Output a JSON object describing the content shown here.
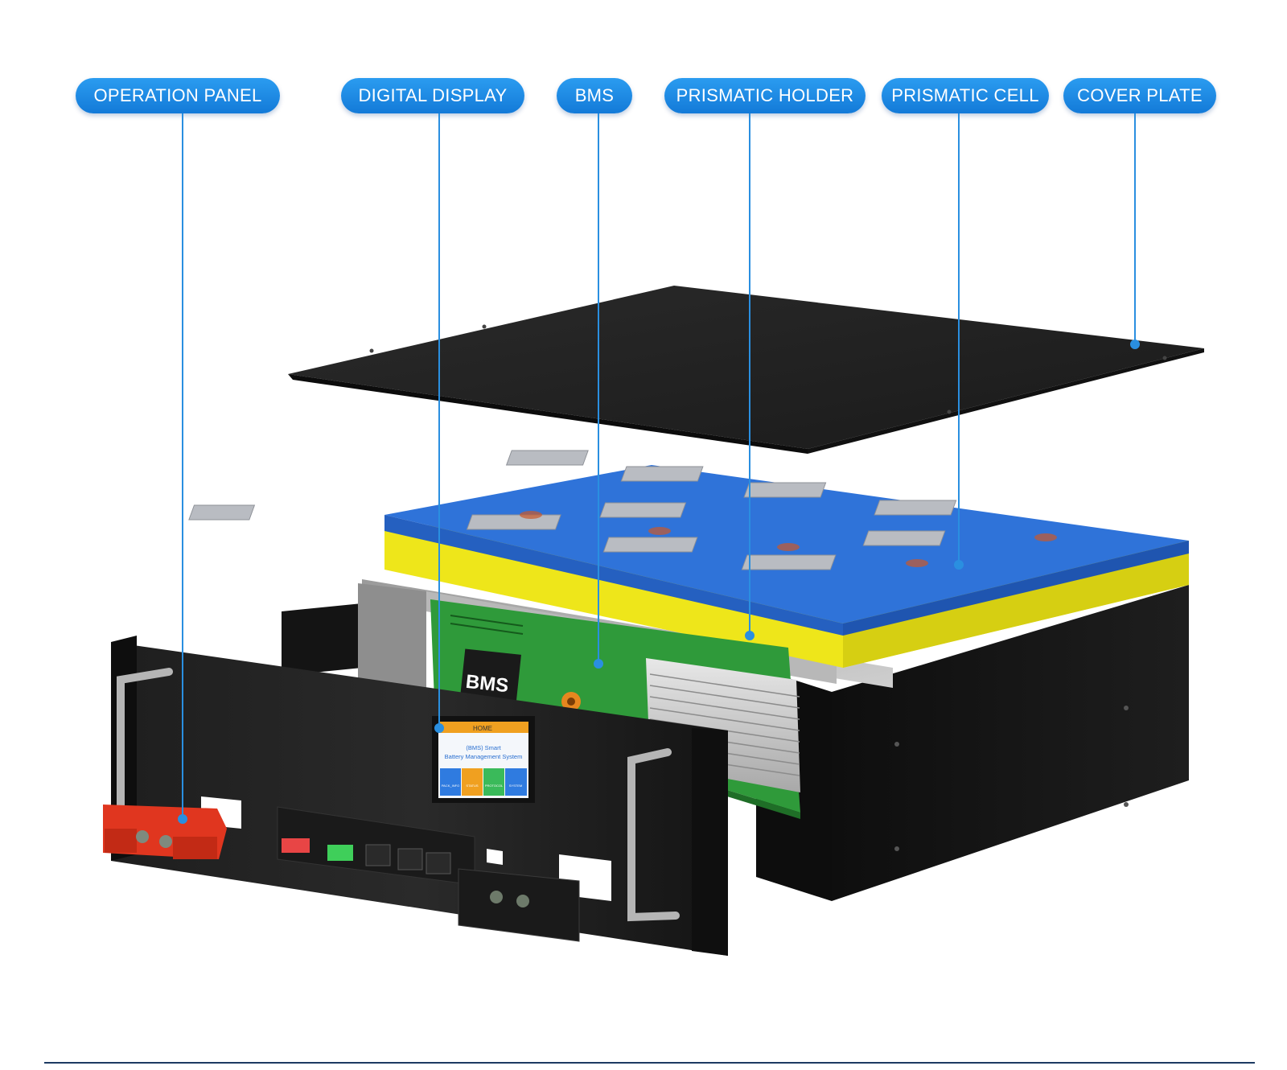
{
  "labels": [
    {
      "id": "operation-panel",
      "text": "OPERATION PANEL"
    },
    {
      "id": "digital-display",
      "text": "DIGITAL DISPLAY"
    },
    {
      "id": "bms",
      "text": "BMS"
    },
    {
      "id": "prismatic-holder",
      "text": "PRISMATIC HOLDER"
    },
    {
      "id": "prismatic-cell",
      "text": "PRISMATIC CELL"
    },
    {
      "id": "cover-plate",
      "text": "COVER PLATE"
    }
  ],
  "board": {
    "chip_label": "BMS"
  },
  "screen": {
    "header": "HOME",
    "title_line1": "(BMS) Smart",
    "title_line2": "Battery Management System",
    "buttons": [
      "PACK_INFO",
      "STATUS",
      "PROTOCOL",
      "SYSTEM"
    ]
  },
  "colors": {
    "label_fill": "#1a86e2",
    "leader_line": "#2a8fe0",
    "cell_blue": "#2f73d9",
    "insulation_yellow": "#eee61a",
    "terminal_red": "#e0361f",
    "pcb_green": "#2f9a3a",
    "enclosure_black": "#151515"
  }
}
